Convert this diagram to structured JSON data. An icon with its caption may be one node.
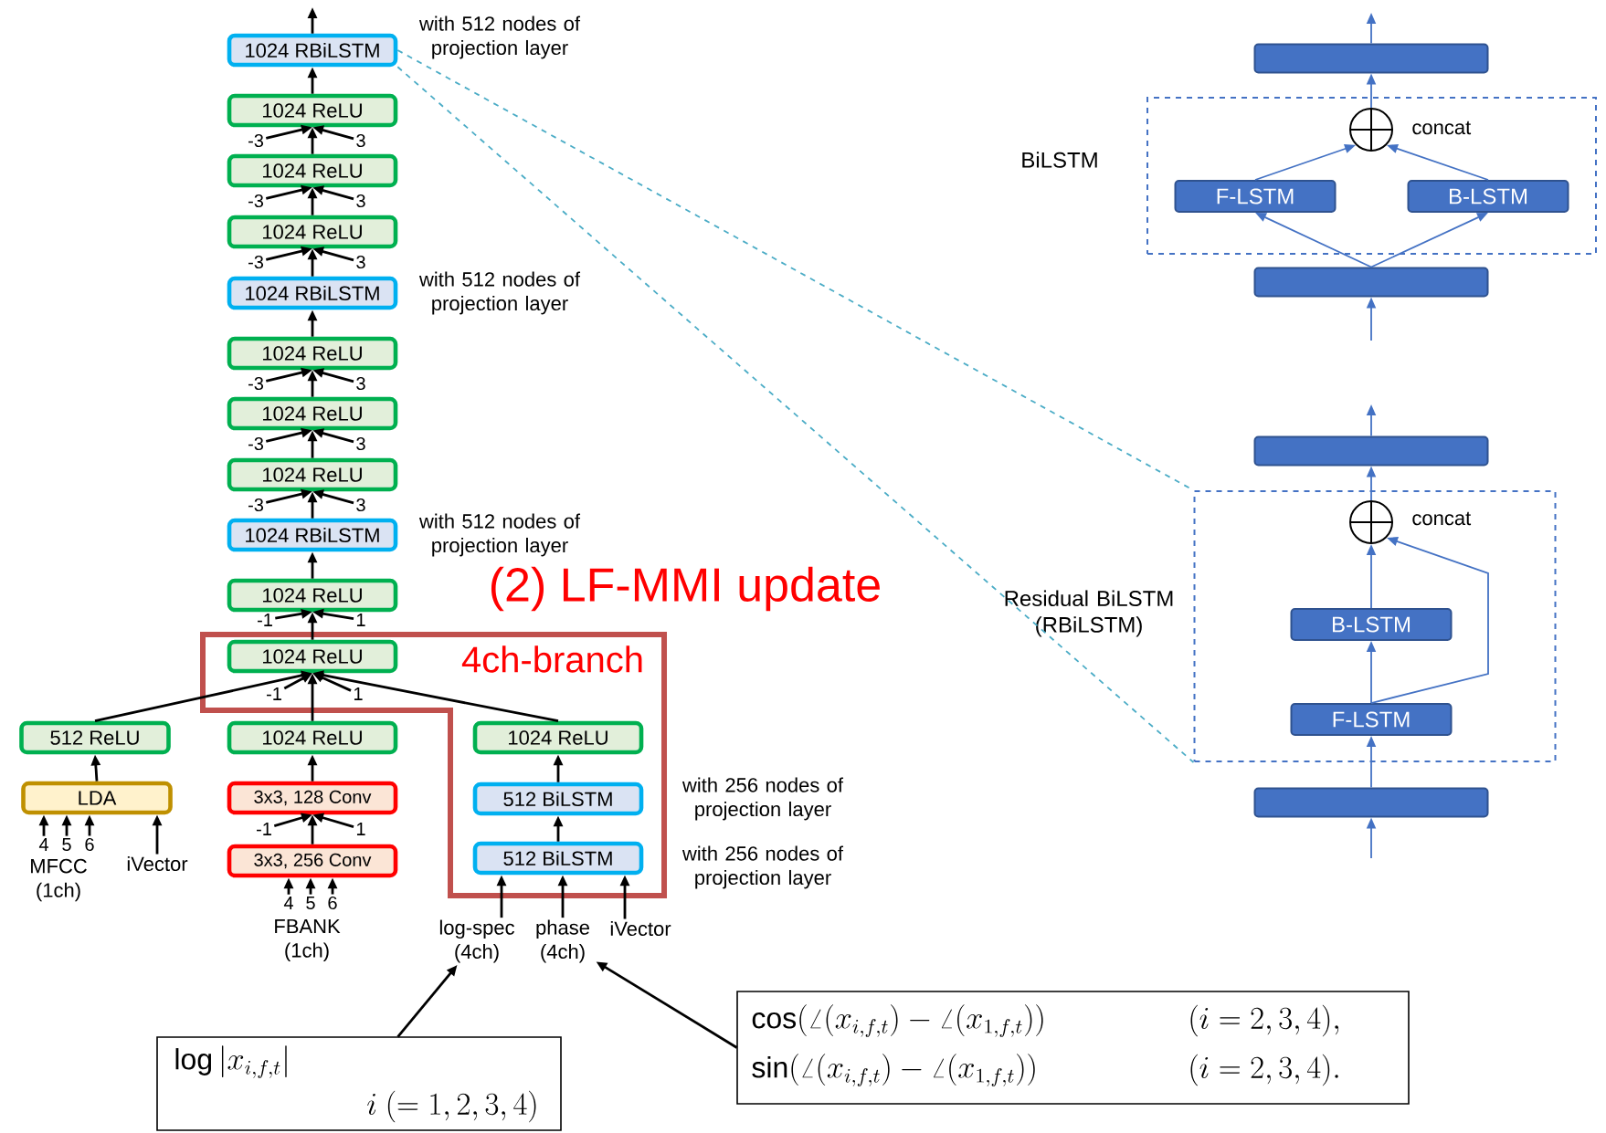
{
  "diagram": {
    "nodes": [
      {
        "text": [
          "1024 RBiLSTM"
        ],
        "beside": [
          "with 512 nodes of projection layer"
        ]
      },
      {
        "text": [
          "1024 ReLU"
        ]
      },
      {
        "text": [
          "-3"
        ]
      },
      {
        "text": [
          "3"
        ]
      },
      {
        "text": [
          "1024 ReLU"
        ]
      },
      {
        "text": [
          "-3"
        ]
      },
      {
        "text": [
          "3"
        ]
      },
      {
        "text": [
          "1024 ReLU"
        ]
      },
      {
        "text": [
          "-3"
        ]
      },
      {
        "text": [
          "3"
        ]
      },
      {
        "text": [
          "1024 RBiLSTM"
        ],
        "beside": [
          "with 512 nodes of projection layer"
        ]
      },
      {
        "text": [
          "1024 ReLU"
        ]
      },
      {
        "text": [
          "-3"
        ]
      },
      {
        "text": [
          "3"
        ]
      },
      {
        "text": [
          "1024 ReLU"
        ]
      },
      {
        "text": [
          "-3"
        ]
      },
      {
        "text": [
          "3"
        ]
      },
      {
        "text": [
          "1024 ReLU"
        ]
      },
      {
        "text": [
          "-3"
        ]
      },
      {
        "text": [
          "3"
        ]
      },
      {
        "text": [
          "1024 RBiLSTM"
        ],
        "beside": [
          "with 512 nodes of projection layer"
        ]
      },
      {
        "text": [
          "1024 ReLU"
        ]
      },
      {
        "text": [
          "-1"
        ]
      },
      {
        "text": [
          "1"
        ]
      },
      {
        "text": [
          "4ch-branch"
        ]
      },
      {
        "text": [
          "1024 ReLU"
        ],
        "in": 24
      },
      {
        "text": [
          "-1"
        ],
        "in": 24
      },
      {
        "text": [
          "1"
        ],
        "in": 24
      },
      {
        "text": [
          "512 ReLU"
        ]
      },
      {
        "text": [
          "1024 ReLU"
        ]
      },
      {
        "text": [
          "1024 ReLU"
        ],
        "in": 24
      },
      {
        "text": [
          "LDA"
        ]
      },
      {
        "text": [
          "3x3, 128 Conv"
        ]
      },
      {
        "text": [
          "-1"
        ]
      },
      {
        "text": [
          "1"
        ]
      },
      {
        "text": [
          "512 BiLSTM"
        ],
        "in": 24,
        "beside": [
          "with 256 nodes of projection layer"
        ]
      },
      {
        "text": [
          "3x3, 256 Conv"
        ]
      },
      {
        "text": [
          "512 BiLSTM"
        ],
        "in": 24,
        "beside": [
          "with 256 nodes of projection layer"
        ]
      },
      {
        "text": [
          "4"
        ]
      },
      {
        "text": [
          "5"
        ]
      },
      {
        "text": [
          "6"
        ]
      },
      {
        "text": [
          "iVector"
        ]
      },
      {
        "text": [
          "4"
        ]
      },
      {
        "text": [
          "5"
        ]
      },
      {
        "text": [
          "6"
        ]
      },
      {
        "text": [
          "log-spec (4ch)"
        ]
      },
      {
        "text": [
          "phase (4ch)"
        ]
      },
      {
        "text": [
          "iVector"
        ]
      },
      {
        "text": [
          "\\log|x_{i,f,t}|",
          "i\\ (= 1,2,3,4)"
        ]
      },
      {
        "text": [
          "\\cos(\\angle(x_{i,f,t})-\\angle(x_{1,f,t}))",
          "(i=2,3,4),",
          "\\sin(\\angle(x_{i,f,t})-\\angle(x_{1,f,t}))",
          "(i=2,3,4)."
        ]
      },
      {
        "text": [],
        "shape": "bar"
      },
      {
        "text": [
          "BiLSTM"
        ]
      },
      {
        "text": [],
        "shape": "circle",
        "beside": [
          "concat"
        ],
        "in": 51
      },
      {
        "text": [
          "F-LSTM"
        ],
        "in": 51
      },
      {
        "text": [
          "B-LSTM"
        ],
        "in": 51
      },
      {
        "text": [],
        "shape": "bar"
      },
      {
        "text": [],
        "shape": "bar"
      },
      {
        "text": [
          "Residual BiLSTM (RBiLSTM)"
        ]
      },
      {
        "text": [],
        "shape": "circle",
        "beside": [
          "concat"
        ],
        "in": 57
      },
      {
        "text": [
          "B-LSTM"
        ],
        "in": 57
      },
      {
        "text": [
          "F-LSTM"
        ],
        "in": 57
      },
      {
        "text": [],
        "shape": "bar"
      }
    ],
    "edges": [
      {
        "from": 0,
        "to": null,
        "arrow": "to"
      },
      {
        "from": 1,
        "to": 0,
        "arrow": "to"
      },
      {
        "from": 2,
        "to": 1,
        "arrow": "to"
      },
      {
        "from": 3,
        "to": 1,
        "arrow": "to"
      },
      {
        "from": 4,
        "to": 1,
        "arrow": "to"
      },
      {
        "from": 5,
        "to": 4,
        "arrow": "to"
      },
      {
        "from": 6,
        "to": 4,
        "arrow": "to"
      },
      {
        "from": 7,
        "to": 4,
        "arrow": "to"
      },
      {
        "from": 8,
        "to": 7,
        "arrow": "to"
      },
      {
        "from": 9,
        "to": 7,
        "arrow": "to"
      },
      {
        "from": 10,
        "to": 7,
        "arrow": "to"
      },
      {
        "from": 11,
        "to": 10,
        "arrow": "to"
      },
      {
        "from": 12,
        "to": 11,
        "arrow": "to"
      },
      {
        "from": 13,
        "to": 11,
        "arrow": "to"
      },
      {
        "from": 14,
        "to": 11,
        "arrow": "to"
      },
      {
        "from": 15,
        "to": 14,
        "arrow": "to"
      },
      {
        "from": 16,
        "to": 14,
        "arrow": "to"
      },
      {
        "from": 17,
        "to": 14,
        "arrow": "to"
      },
      {
        "from": 18,
        "to": 17,
        "arrow": "to"
      },
      {
        "from": 19,
        "to": 17,
        "arrow": "to"
      },
      {
        "from": 20,
        "to": 17,
        "arrow": "to"
      },
      {
        "from": 21,
        "to": 20,
        "arrow": "to"
      },
      {
        "from": 22,
        "to": 21,
        "arrow": "to"
      },
      {
        "from": 23,
        "to": 21,
        "arrow": "to"
      },
      {
        "from": 25,
        "to": 21,
        "arrow": "to"
      },
      {
        "from": 26,
        "to": 25,
        "arrow": "to"
      },
      {
        "from": 27,
        "to": 25,
        "arrow": "to"
      },
      {
        "from": 28,
        "to": 25,
        "arrow": "to"
      },
      {
        "from": 29,
        "to": 25,
        "arrow": "to"
      },
      {
        "from": 30,
        "to": 25,
        "arrow": "to"
      },
      {
        "from": 31,
        "to": 28,
        "arrow": "to"
      },
      {
        "from": 32,
        "to": 29,
        "arrow": "to"
      },
      {
        "from": 35,
        "to": 30,
        "arrow": "to"
      },
      {
        "from": 33,
        "to": 32,
        "arrow": "to"
      },
      {
        "from": 34,
        "to": 32,
        "arrow": "to"
      },
      {
        "from": 36,
        "to": 32,
        "arrow": "to"
      },
      {
        "from": 37,
        "to": 35,
        "arrow": "to"
      },
      {
        "from": 38,
        "to": 31,
        "arrow": "to"
      },
      {
        "from": 39,
        "to": 31,
        "arrow": "to"
      },
      {
        "from": 40,
        "to": 31,
        "arrow": "to"
      },
      {
        "from": 41,
        "to": 31,
        "arrow": "to"
      },
      {
        "from": 42,
        "to": 36,
        "arrow": "to"
      },
      {
        "from": 43,
        "to": 36,
        "arrow": "to"
      },
      {
        "from": 44,
        "to": 36,
        "arrow": "to"
      },
      {
        "from": 45,
        "to": 37,
        "arrow": "to"
      },
      {
        "from": 46,
        "to": 37,
        "arrow": "to"
      },
      {
        "from": 47,
        "to": 37,
        "arrow": "to"
      },
      {
        "from": 48,
        "to": 45,
        "arrow": "to"
      },
      {
        "from": 49,
        "to": 46,
        "arrow": "to"
      },
      {
        "from": 0,
        "to": 57,
        "arrow": "none",
        "style": "dashed",
        "color": "#4bacc6"
      },
      {
        "from": 0,
        "to": 57,
        "arrow": "none",
        "style": "dashed",
        "color": "#4bacc6"
      },
      {
        "from": null,
        "to": 55,
        "arrow": "to",
        "color": "#4472c4"
      },
      {
        "from": 55,
        "to": 53,
        "arrow": "to",
        "color": "#4472c4"
      },
      {
        "from": 55,
        "to": 54,
        "arrow": "to",
        "color": "#4472c4"
      },
      {
        "from": 53,
        "to": 52,
        "arrow": "to",
        "color": "#4472c4"
      },
      {
        "from": 54,
        "to": 52,
        "arrow": "to",
        "color": "#4472c4"
      },
      {
        "from": 52,
        "to": 50,
        "arrow": "to",
        "color": "#4472c4"
      },
      {
        "from": 50,
        "to": null,
        "arrow": "to",
        "color": "#4472c4"
      },
      {
        "from": null,
        "to": 61,
        "arrow": "to",
        "color": "#4472c4"
      },
      {
        "from": 61,
        "to": 60,
        "arrow": "to",
        "color": "#4472c4"
      },
      {
        "from": 60,
        "to": 59,
        "arrow": "to",
        "color": "#4472c4"
      },
      {
        "from": 59,
        "to": 58,
        "arrow": "to",
        "color": "#4472c4"
      },
      {
        "from": 60,
        "to": 58,
        "arrow": "to",
        "color": "#4472c4"
      },
      {
        "from": 58,
        "to": 56,
        "arrow": "to",
        "color": "#4472c4"
      },
      {
        "from": 56,
        "to": null,
        "arrow": "to",
        "color": "#4472c4"
      }
    ],
    "labels": [
      "(2) LF-MMI update",
      "MFCC (1ch)",
      "FBANK (1ch)"
    ]
  }
}
